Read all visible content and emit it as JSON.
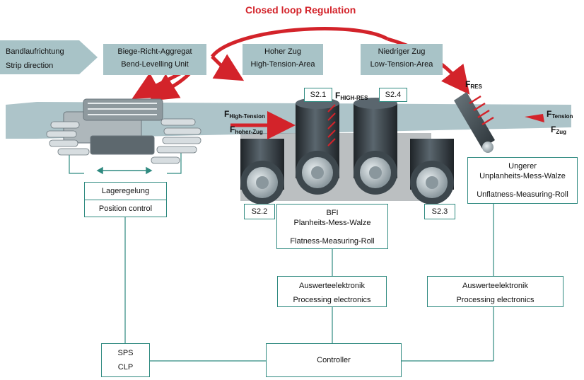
{
  "title": "Closed loop Regulation",
  "strip_direction": {
    "de": "Bandlaufrichtung",
    "en": "Strip direction"
  },
  "bend_unit": {
    "de": "Biege-Richt-Aggregat",
    "en": "Bend-Levelling  Unit"
  },
  "high_tension": {
    "de": "Hoher Zug",
    "en": "High-Tension-Area"
  },
  "low_tension": {
    "de": "Niedriger Zug",
    "en": "Low-Tension-Area"
  },
  "s21": "S2.1",
  "s22": "S2.2",
  "s23": "S2.3",
  "s24": "S2.4",
  "forces": {
    "high_res": {
      "base": "F",
      "sub": "HIGH-RES"
    },
    "high_tension": {
      "base": "F",
      "sub": "High-Tension"
    },
    "hoher_zug": {
      "base": "F",
      "sub": "hoher-Zug"
    },
    "res": {
      "base": "F",
      "sub": "RES"
    },
    "tension": {
      "base": "F",
      "sub": "Tension"
    },
    "zug": {
      "base": "F",
      "sub": "Zug"
    }
  },
  "position_control": {
    "de": "Lageregelung",
    "en": "Position control"
  },
  "bfi": {
    "line1": "BFI",
    "line2": "Planheits-Mess-Walze",
    "line3": "Flatness-Measuring-Roll"
  },
  "unflatness": {
    "line1": "Ungerer",
    "line2": "Unplanheits-Mess-Walze",
    "line3": "Unflatness-Measuring-Roll"
  },
  "processing_left": {
    "de": "Auswerteelektronik",
    "en": "Processing electronics"
  },
  "processing_right": {
    "de": "Auswerteelektronik",
    "en": "Processing electronics"
  },
  "sps": {
    "line1": "SPS",
    "line2": "CLP"
  },
  "controller": "Controller",
  "colors": {
    "accent_red": "#d3232a",
    "strip": "#9fbac0",
    "box_border": "#2f8a80",
    "roll_dark": "#2b3338"
  }
}
